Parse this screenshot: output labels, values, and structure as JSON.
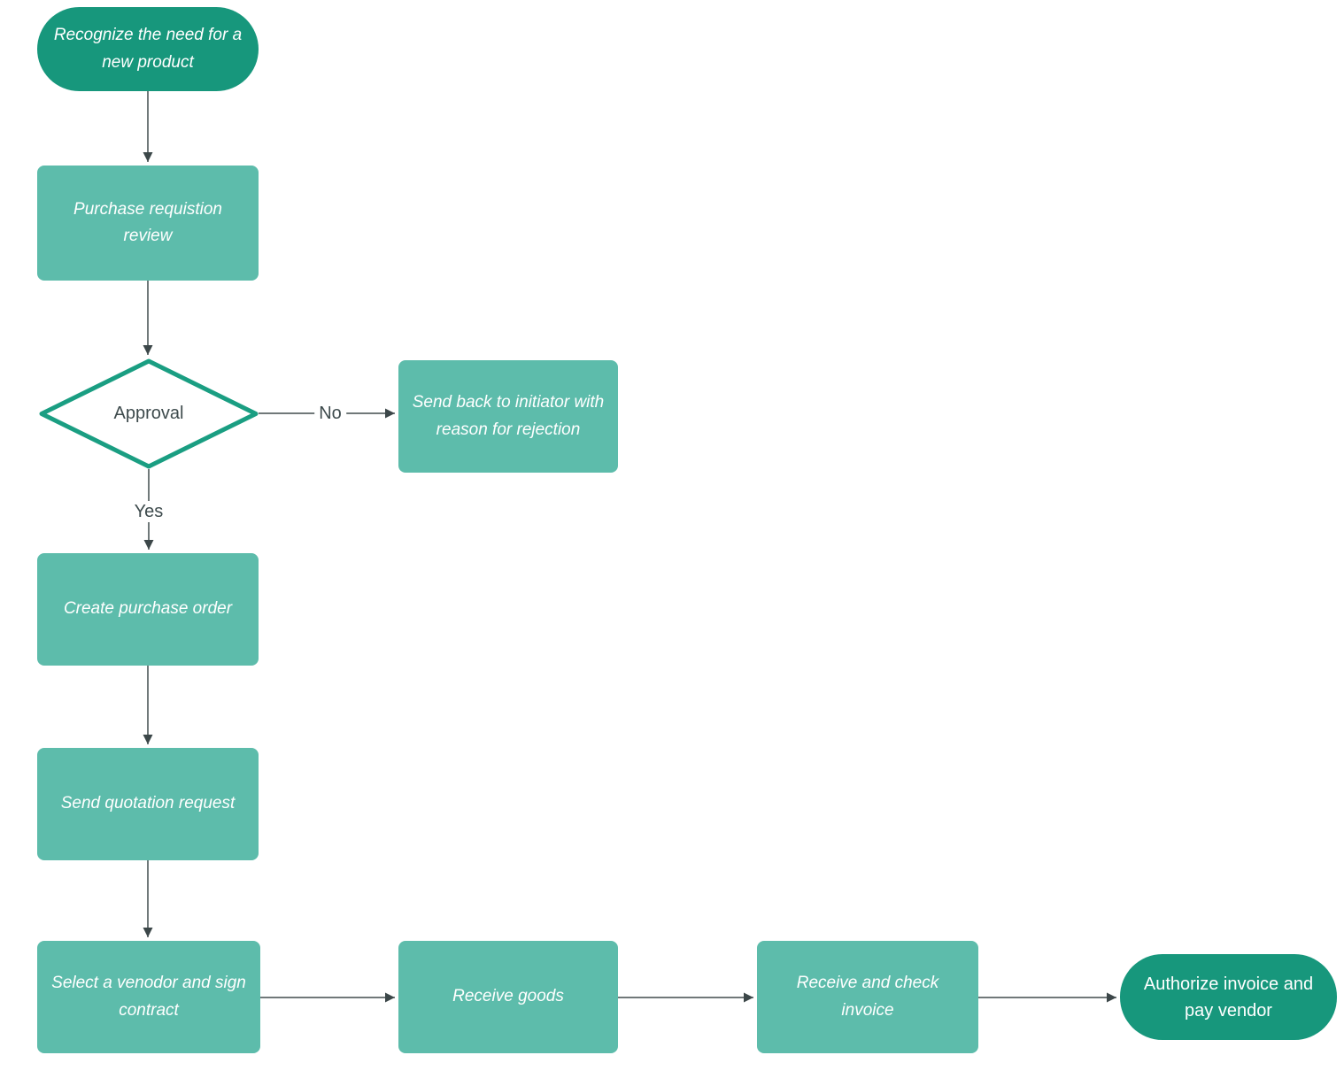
{
  "diagram_type": "flowchart",
  "nodes": [
    {
      "id": "start",
      "type": "terminator",
      "label": "Recognize the need for a new product"
    },
    {
      "id": "review",
      "type": "process",
      "label": "Purchase requistion review"
    },
    {
      "id": "approval",
      "type": "decision",
      "label": "Approval"
    },
    {
      "id": "send-back",
      "type": "process",
      "label": "Send back to initiator with reason for rejection"
    },
    {
      "id": "create-po",
      "type": "process",
      "label": "Create purchase order"
    },
    {
      "id": "send-quotation",
      "type": "process",
      "label": "Send quotation request"
    },
    {
      "id": "select-vendor",
      "type": "process",
      "label": "Select a venodor and sign contract"
    },
    {
      "id": "receive-goods",
      "type": "process",
      "label": "Receive goods"
    },
    {
      "id": "check-invoice",
      "type": "process",
      "label": "Receive and check invoice"
    },
    {
      "id": "authorize-pay",
      "type": "terminator",
      "label": "Authorize invoice and pay vendor"
    }
  ],
  "edge_labels": {
    "no": "No",
    "yes": "Yes"
  },
  "colors": {
    "terminator_fill": "#17977C",
    "process_fill": "#5DBCAB",
    "decision_border": "#1A9E82",
    "decision_fill": "#FFFFFF",
    "connector": "#404C4D",
    "edge_label_text": "#3E4B4D",
    "node_text": "#FFFFFF",
    "background": "#FFFFFF"
  }
}
